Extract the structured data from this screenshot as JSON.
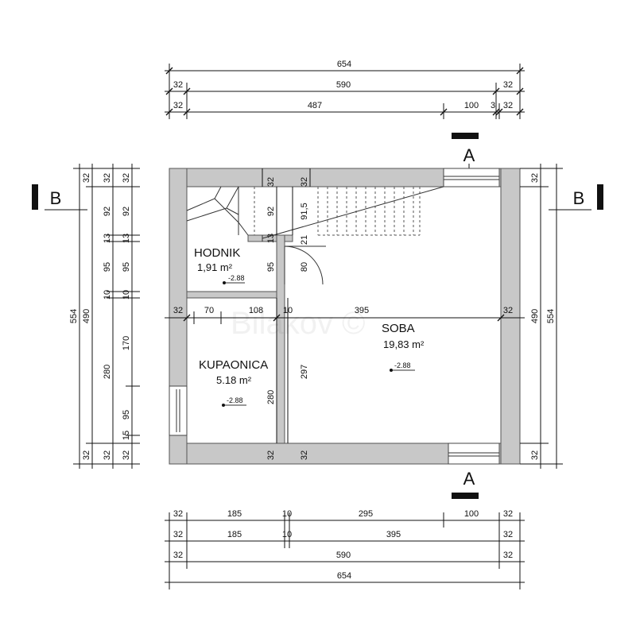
{
  "watermark": "Bilakov ©",
  "sections": {
    "a_top": "A",
    "a_bottom": "A",
    "b_left": "B",
    "b_right": "B"
  },
  "rooms": {
    "hodnik": {
      "name": "HODNIK",
      "area": "1,91 m²",
      "level": "-2.88"
    },
    "kupaonica": {
      "name": "KUPAONICA",
      "area": "5.18 m²",
      "level": "-2.88"
    },
    "soba": {
      "name": "SOBA",
      "area": "19,83 m²",
      "level": "-2.88"
    }
  },
  "top_dims": {
    "row1": [
      "654"
    ],
    "row2": [
      "32",
      "590",
      "32"
    ],
    "row3": [
      "32",
      "487",
      "100",
      "3",
      "32"
    ]
  },
  "bottom_dims": {
    "row1": [
      "32",
      "185",
      "10",
      "295",
      "100",
      "32"
    ],
    "row2": [
      "32",
      "185",
      "10",
      "395",
      "32"
    ],
    "row3": [
      "32",
      "590",
      "32"
    ],
    "row4": [
      "654"
    ]
  },
  "left_dims": {
    "outer": [
      "554"
    ],
    "second": [
      "32",
      "490",
      "32"
    ],
    "third": [
      "32",
      "92",
      "13",
      "95",
      "10",
      "280",
      "32"
    ],
    "fourth": [
      "32",
      "92",
      "13",
      "95",
      "10",
      "170",
      "95",
      "15",
      "32"
    ]
  },
  "right_dims": {
    "inner": [
      "32",
      "490",
      "32"
    ],
    "outer": [
      "554"
    ]
  },
  "inner_dims": {
    "stair_92": "92",
    "stair_91_5": "91,5",
    "stair_32a": "32",
    "stair_32b": "32",
    "hall_13": "13",
    "hall_21": "21",
    "hall_95": "95",
    "door_80": "80",
    "mid_32": "32",
    "mid_70": "70",
    "mid_108": "108",
    "mid_10": "10",
    "mid_395": "395",
    "mid_32_right": "32",
    "bath_280": "280",
    "wall_297": "297",
    "bot_32a": "32",
    "bot_32b": "32"
  }
}
